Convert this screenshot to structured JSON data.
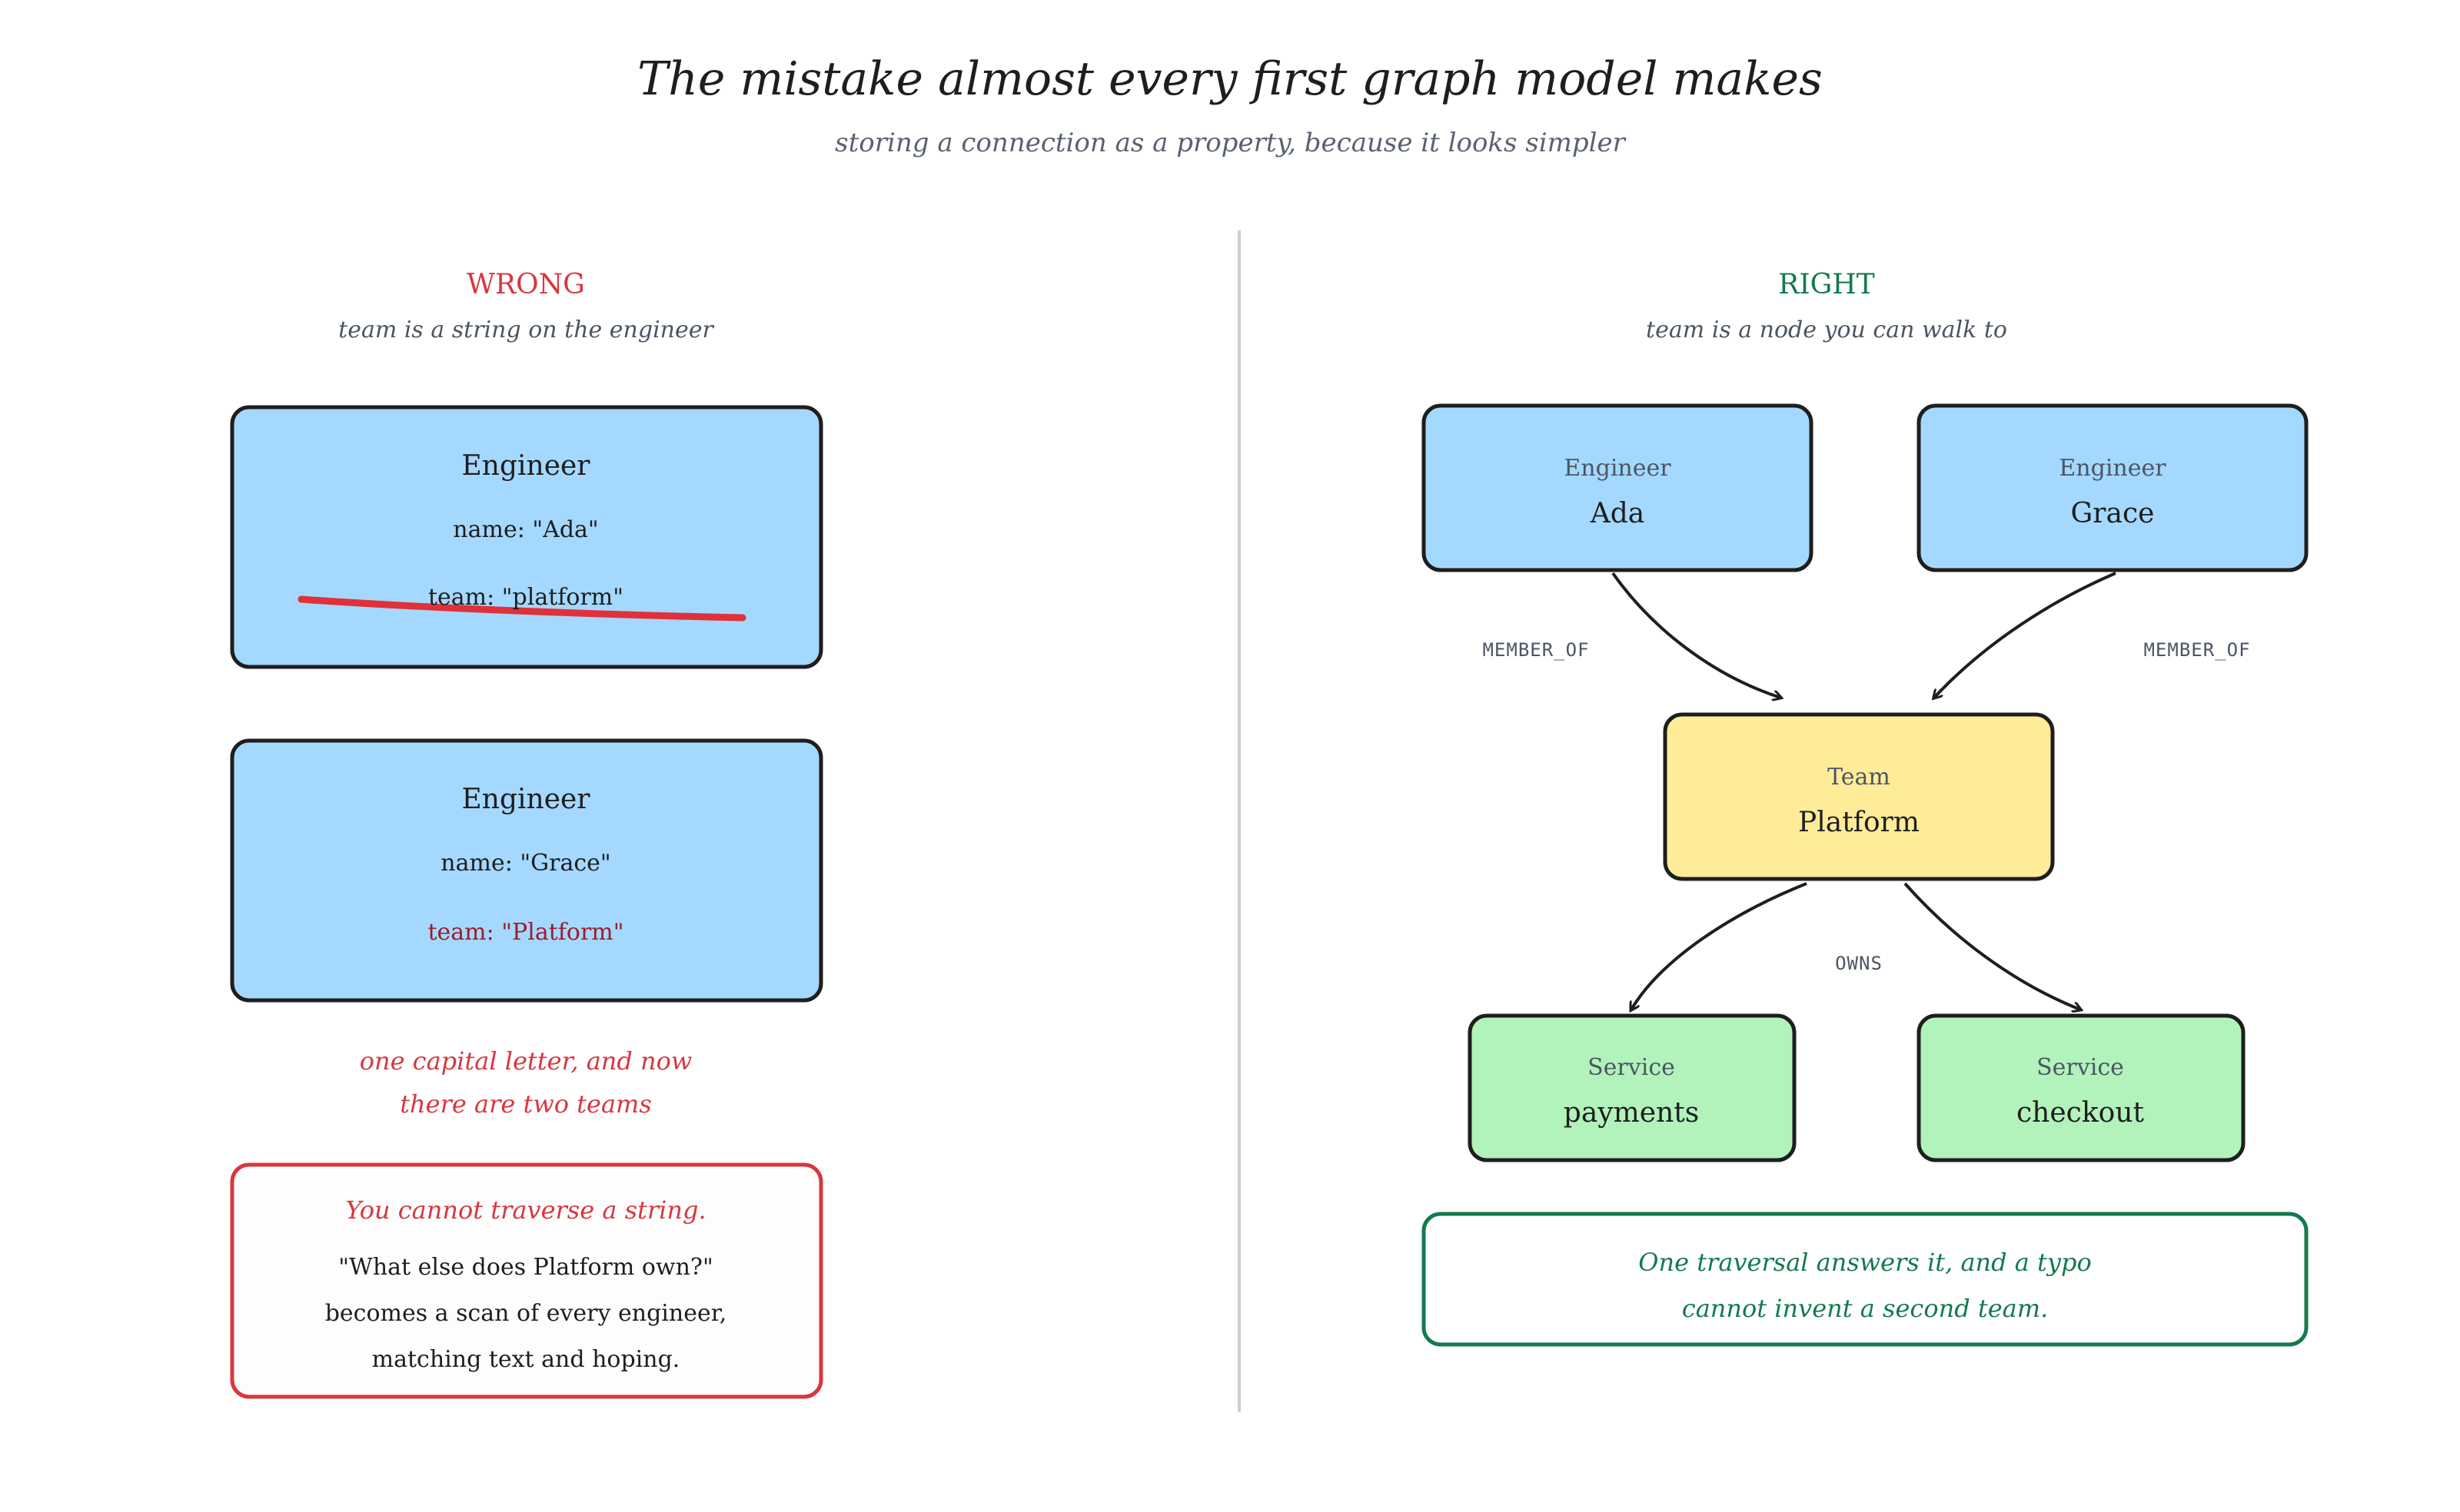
{
  "title": "The mistake almost every first graph model makes",
  "subtitle": "storing a connection as a property, because it looks simpler",
  "colors": {
    "wrong": "#d9363e",
    "right": "#137a4c",
    "engineer_fill": "#a5d8ff",
    "team_fill": "#ffec99",
    "service_fill": "#b2f2bb",
    "stroke": "#1e1e1e",
    "divider": "#cfcfcf",
    "strike": "#e0313a"
  },
  "wrong": {
    "heading": "WRONG",
    "caption": "team is a string on the engineer",
    "card1": {
      "type": "Engineer",
      "name_prop": "name: \"Ada\"",
      "team_prop": "team: \"platform\""
    },
    "card2": {
      "type": "Engineer",
      "name_prop": "name: \"Grace\"",
      "team_prop": "team: \"Platform\""
    },
    "warning_line1": "one capital letter, and now",
    "warning_line2": "there are two teams",
    "callout": {
      "title": "You cannot traverse a string.",
      "line1": "\"What else does Platform own?\"",
      "line2": "becomes a scan of every engineer,",
      "line3": "matching text and hoping."
    }
  },
  "right": {
    "heading": "RIGHT",
    "caption": "team is a node you can walk to",
    "engineer_ada": {
      "type": "Engineer",
      "name": "Ada"
    },
    "engineer_grace": {
      "type": "Engineer",
      "name": "Grace"
    },
    "team": {
      "type": "Team",
      "name": "Platform"
    },
    "service_payments": {
      "type": "Service",
      "name": "payments"
    },
    "service_checkout": {
      "type": "Service",
      "name": "checkout"
    },
    "edge_member_left": "MEMBER_OF",
    "edge_member_right": "MEMBER_OF",
    "edge_owns": "OWNS",
    "callout": {
      "line1": "One traversal answers it, and a typo",
      "line2": "cannot invent a second team."
    }
  }
}
